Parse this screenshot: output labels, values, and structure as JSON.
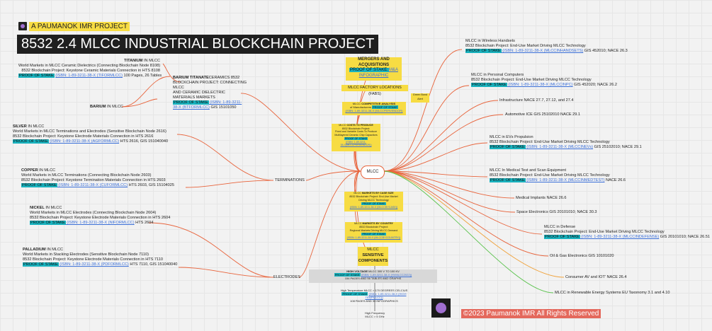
{
  "brand": "A PAUMANOK IMR PROJECT",
  "title": "8532 2.4 MLCC INDUSTRIAL BLOCKCHAIN PROJECT",
  "copyright": "©2023 Paumanok IMR All Rights Reserved",
  "hub": "MLCC",
  "colors": {
    "link": "#e8643c",
    "green": "#58c24a",
    "orange": "#f0a23a",
    "stake": "#19b3bf",
    "highlight": "#f7dc43"
  },
  "left": {
    "titanium": {
      "name": "TITANIUM",
      "suffix": " IN MLCC",
      "l1": "World Markets in MLCC Ceramic Dielectrics (Connecting Blockchain Node 8108)",
      "l2": "8532 Blockchain Project: Keystone Ceramic Materials Connection in HTS 8108",
      "stake": "PROOF OF STAKE",
      "isbn": "(ISBN: 1-89-3211-38-X (TIFORMLCC)",
      "tail": " 100 Pages, 26 Tables"
    },
    "barium_titanate": {
      "name": "BARIUM TITANATE",
      "l0": "CERAMICS 8532",
      "l1": "BLOCKCHAIN PROJECT: CONNECTING",
      "l2": "MLCC",
      "l3": "AND CERAMIC DIELECTRIC",
      "l4": "MATERIALS MARKETS",
      "stake": "PROOF OF STAKE",
      "isbn": " (ISBN: 1-89-3211-",
      "isbn2": "38-X (BTFORMLCC)",
      "tail": " GIS 15101050"
    },
    "barium": {
      "name": "BARIUM",
      "suffix": " IN MLCC"
    },
    "silver": {
      "name": "SILVER",
      "suffix": " IN MLCC",
      "l1": "World Markets in MLCC Terminations and Electrodes (Sensitive Blockchain Node 2616)",
      "l2": "8532 Blockchain Project: Keystone Electrode Materials Connection in HTS 2616",
      "stake": "PROOF OF STAKE",
      "isbn": " (ISBN: 1-89-3211-38-X (AGFORMLCC)",
      "tail": " HTS 2616, GIS 151040040"
    },
    "copper": {
      "name": "COPPER",
      "suffix": " IN MLCC",
      "l1": "World Markets in MLCC Terminations (Connecting Blockchain Node 2603)",
      "l2": "8532 Blockchain Project: Keystone Termination Materials Connection in HTS 2603",
      "stake": "PROOF OF STAKE",
      "isbn": " (ISBN: 1-89-3211-38-X (CUFORMLCC)",
      "tail": " HTS 2603, GIS 15104025"
    },
    "nickel": {
      "name": "NICKEL",
      "suffix": " IN MLCC",
      "l1": "World Markets in MLCC Electrodes (Connecting Blockchain Node 2604)",
      "l2": "8532 Blockchain Project: Keystone Electrode Materials Connection in HTS 2604",
      "stake": "PROOF OF STAKE",
      "isbn": " (ISBN: 1-89-3211-38-X (NIFORMLCC)",
      "tail": " HTS 2604"
    },
    "palladium": {
      "name": "PALLADIUM",
      "suffix": " IN MLCC",
      "l1": "World Markets in Stacking Electrodes (Sensitive Blockchain Node 7110)",
      "l2": "8532 Blockchain Project: Keystone Electrode Materials Connection in HTS 7110",
      "stake": "PROOF OF STAKE",
      "isbn": " (ISBN: 1-89-3211-38-X (PDFORMLCC)",
      "tail": " HTS 7110, GIS 151040040"
    },
    "terminations": "TERMINATIONS",
    "electrodes": "ELECTRODES"
  },
  "center": {
    "mergers": {
      "l1": "MERGERS AND",
      "l2": "ACQUISITIONS",
      "stake": "PROOF OF STAKE:",
      "link": "M&A",
      "l3": "INFOGRAPHIC"
    },
    "factory": "MLCC FACTORY LOCATIONS (FABS)",
    "green_bond": {
      "l1": "Green Bond",
      "l2": "Alert"
    },
    "competitive": {
      "pre": "MLCC ",
      "hd": "COMPETITIVE ANALYSIS",
      "l2": "of Manufacturers ",
      "stake": "PROOF OF STAKE",
      "isbn": "(ISBN: 1-89-3211-38-X (MLCCPERVENDOR)"
    },
    "costs": {
      "pre": "MLCC ",
      "hd": "COSTS TO PRODUCE",
      "l1": "8532 Blockchain Project:",
      "l2": "Fixed and Variable Costs To Produce",
      "l3": "Multilayered Ceramic Chip Capacitors",
      "stake": "PROOF OF STAKE",
      "isbn": "(ISBN: 1-89-3211-",
      "isbn2": "38-X(MLCCPERVENDOR))"
    },
    "markets_case": {
      "pre": "MLCC ",
      "hd": "MARKETS BY CASE SIZE",
      "l1": "8532 Blockchain Project: End-Use Market",
      "l2": "Driving MLCC Technology",
      "stake": "PROOF OF STAKE",
      "isbn": "(ISBN: 1-89-3211-38-X (MLCCBYCASE))"
    },
    "markets_country": {
      "pre": "MLCC ",
      "hd": "MARKETS BY COUNTRY",
      "l1": "8532 Blockchain Project:",
      "l2": "Regional Markets Driving MLCC Demand",
      "stake": "PROOF OF STAKE",
      "isbn": "(ISBN: 1-89-3211-38-X (MLCCBYCOUNTRY))"
    },
    "sensitive": {
      "l1": "MLCC",
      "l2": "SENSITIVE",
      "l3": "COMPONENTS"
    },
    "high_voltage": {
      "hd": "HIGH VOLTAGE",
      "rest": " MLCC 300 V TO 100 KV",
      "stake": "PROOF OF STAKE",
      "isbn": "(ISBN: 1-89-3211-38-X (HVMLCC2022))",
      "l3": "154 PAGES AND 56 TABLES AND GRAPHS"
    },
    "high_temp": {
      "l1": "High Temperature MLCC > 170 DEGREES CELCIUS",
      "stake": "PROOF OF STAKE",
      "isbn": "(ISBN: 1-89-3211-38-X (HIGH",
      "isbn2": "TEMPMLCC))",
      "l3": "108 PAGES AND 30 INFOGRAPHICS"
    },
    "high_freq": {
      "l1": "High Frequency",
      "l2": "MLCC > 5 GHz"
    }
  },
  "right": {
    "handsets": {
      "l0": "MLCC in Wireless Handsets",
      "l1": "8532 Blockchain Project: End-Use Market Driving MLCC Technology",
      "stake": "PROOF OF STAKE",
      "isbn": " (ISBN: 1-89-3211-38-X (MLCCINHANDSETS)",
      "tail": " GIS 452010; NACE 26.3"
    },
    "computers": {
      "l0": "MLCC in Personal Computers",
      "l1": "8532 Blockchain Project: End-Use Market Driving MLCC Technology",
      "stake": "PROOF OF STAKE",
      "isbn": " (ISBN: 1-89-3211-38-X (MLCCINPC)",
      "tail": " GIS 452020; NACE 26.2"
    },
    "infrastructure": "Infrastructure NACE 27.7, 27.12, and 27.4",
    "automotive": "Automotive ICE GIS 25102010 NACE 29.1",
    "evs": {
      "l0": "MLCC in EVs Propulsion",
      "l1": "8532 Blockchain Project: End-Use Market Driving MLCC Technology",
      "stake": "PROOF OF STAKE",
      "isbn": " (ISBN: 1-89-3211-38-X (MLCCINEVs)",
      "tail": " GIS 25102010; NACE 29.1"
    },
    "medical": {
      "l0": "MLCC In Medical Test and Scan Equipment",
      "l1": "8532 Blockchain Project: End-Use Market Driving MLCC Technology",
      "stake": "PROOF OF STAKE",
      "isbn": " (ISBN: 1-89-3211-38-X (MLCCINMEDTEST)",
      "tail": " NACE 26.6"
    },
    "implants": "Medical Implants NACE 26.6",
    "space": "Space Electronics GIS 20101010; NACE 30.3",
    "defense": {
      "l0": "MLCC in Defense",
      "l1": "8532 Blockchain Project: End-Use Market Driving MLCC Technology",
      "stake": "PROOF OF STAKE",
      "isbn": " (ISBN: 1-89-3211-38-X (MLCCINDEFENSE)",
      "tail": " GIS 20101010; NACE 26.51"
    },
    "oil_gas": "Oil & Gas Electronics GIS 10101020",
    "consumer": "Consumer AV and IOT' NACE 26.4",
    "renewable": "MLCC in Renewable Energy Systems EU Taxonomy 3.1 and  4.10"
  }
}
